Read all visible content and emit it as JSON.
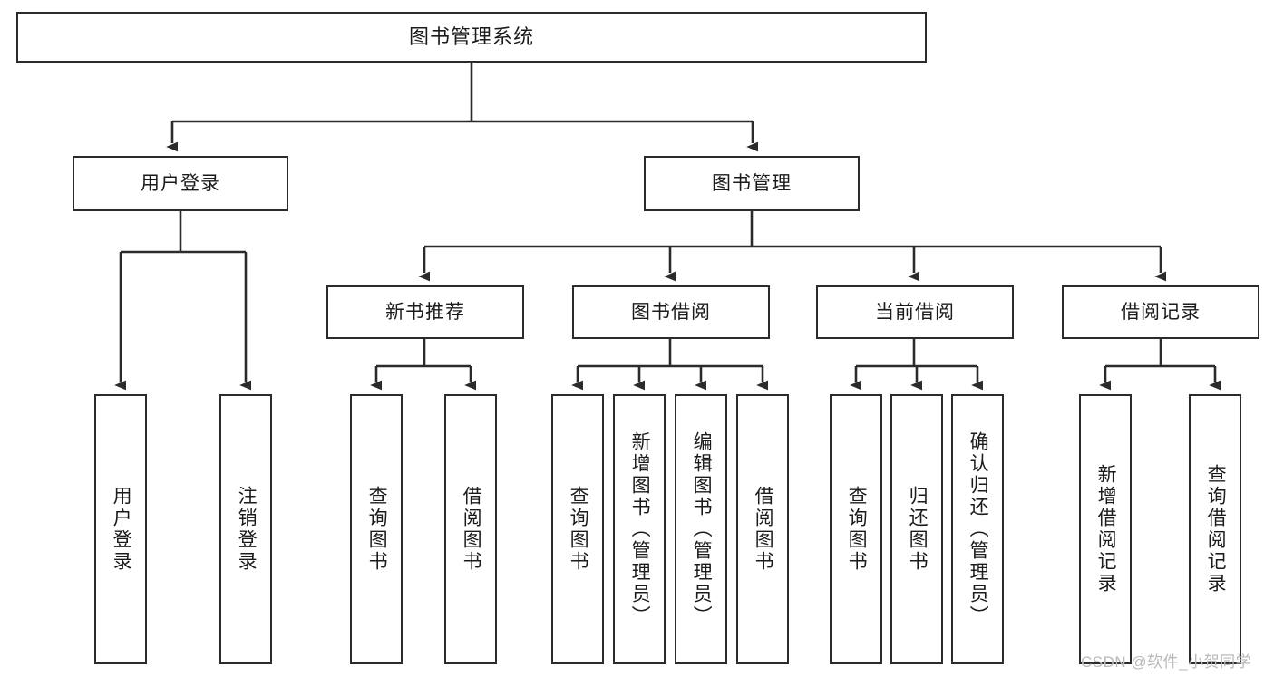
{
  "diagram": {
    "title": "图书管理系统",
    "type": "tree",
    "orientation": "top-down",
    "colors": {
      "box_border": "#2b2b2b",
      "box_fill": "#ffffff",
      "connector": "#2b2b2b",
      "text": "#1b1b1b",
      "watermark": "#b9b9b9",
      "background": "#ffffff"
    },
    "nodes": {
      "root": {
        "label": "图书管理系统",
        "level": 1,
        "orientation": "horizontal"
      },
      "l2": [
        {
          "id": "user-login",
          "label": "用户登录",
          "level": 2,
          "orientation": "horizontal"
        },
        {
          "id": "book-manage",
          "label": "图书管理",
          "level": 2,
          "orientation": "horizontal"
        }
      ],
      "l3": [
        {
          "id": "new-book-rec",
          "label": "新书推荐",
          "level": 3,
          "orientation": "horizontal"
        },
        {
          "id": "book-borrow",
          "label": "图书借阅",
          "level": 3,
          "orientation": "horizontal"
        },
        {
          "id": "current-borrow",
          "label": "当前借阅",
          "level": 3,
          "orientation": "horizontal"
        },
        {
          "id": "borrow-record",
          "label": "借阅记录",
          "level": 3,
          "orientation": "horizontal"
        }
      ],
      "leaves": [
        {
          "id": "leaf-user-login",
          "label": "用户登录",
          "parent": "user-login",
          "orientation": "vertical"
        },
        {
          "id": "leaf-user-logout",
          "label": "注销登录",
          "parent": "user-login",
          "orientation": "vertical"
        },
        {
          "id": "leaf-query-book-1",
          "label": "查询图书",
          "parent": "new-book-rec",
          "orientation": "vertical"
        },
        {
          "id": "leaf-borrow-book-1",
          "label": "借阅图书",
          "parent": "new-book-rec",
          "orientation": "vertical"
        },
        {
          "id": "leaf-query-book-2",
          "label": "查询图书",
          "parent": "book-borrow",
          "orientation": "vertical"
        },
        {
          "id": "leaf-add-book",
          "label": "新增图书（管理员）",
          "parent": "book-borrow",
          "orientation": "vertical"
        },
        {
          "id": "leaf-edit-book",
          "label": "编辑图书（管理员）",
          "parent": "book-borrow",
          "orientation": "vertical"
        },
        {
          "id": "leaf-borrow-book-2",
          "label": "借阅图书",
          "parent": "book-borrow",
          "orientation": "vertical"
        },
        {
          "id": "leaf-query-book-3",
          "label": "查询图书",
          "parent": "current-borrow",
          "orientation": "vertical"
        },
        {
          "id": "leaf-return-book",
          "label": "归还图书",
          "parent": "current-borrow",
          "orientation": "vertical"
        },
        {
          "id": "leaf-confirm-return",
          "label": "确认归还（管理员）",
          "parent": "current-borrow",
          "orientation": "vertical"
        },
        {
          "id": "leaf-add-record",
          "label": "新增借阅记录",
          "parent": "borrow-record",
          "orientation": "vertical"
        },
        {
          "id": "leaf-query-record",
          "label": "查询借阅记录",
          "parent": "borrow-record",
          "orientation": "vertical"
        }
      ]
    },
    "watermark": "CSDN @软件_小贺同学"
  }
}
